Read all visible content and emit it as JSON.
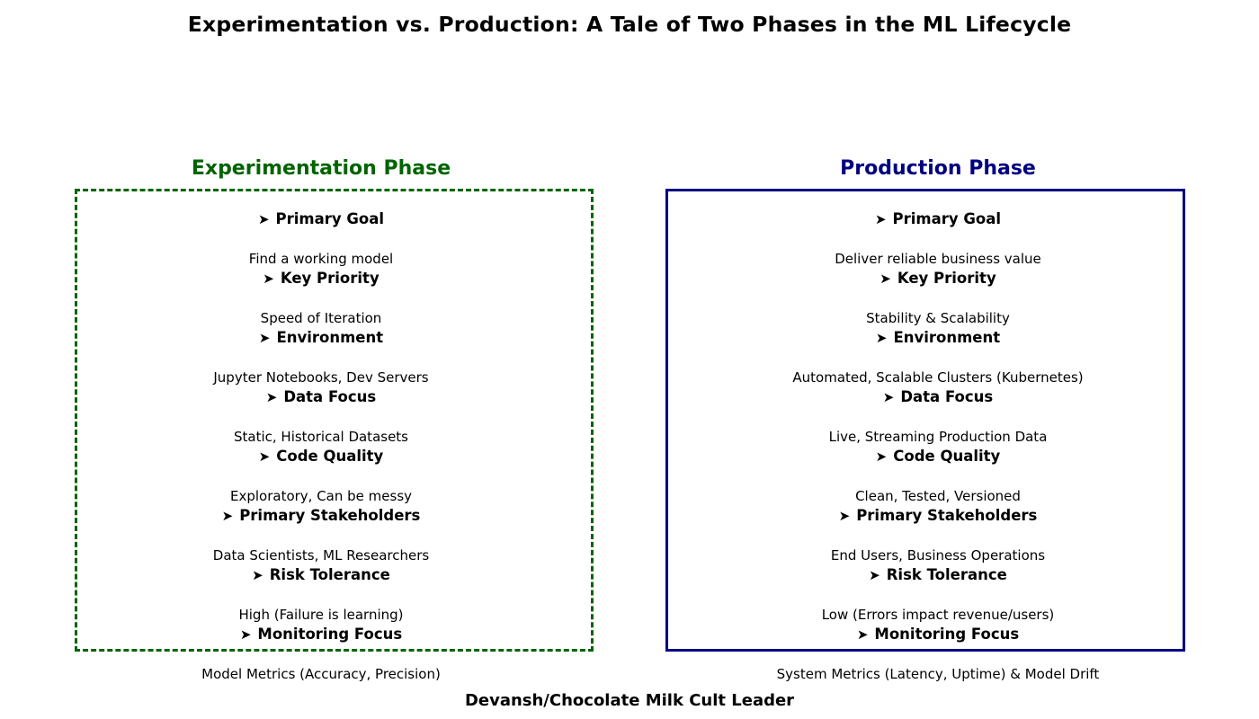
{
  "title": "Experimentation vs. Production: A Tale of Two Phases in the ML Lifecycle",
  "footer": "Devansh/Chocolate Milk Cult Leader",
  "arrow_glyph": "➤",
  "colors": {
    "experimentation_accent": "#006400",
    "production_accent": "#000080",
    "text": "#000000",
    "background": "#ffffff"
  },
  "columns": [
    {
      "title": "Experimentation Phase",
      "border_style": "dashed",
      "items": [
        {
          "label": "Primary Goal",
          "value": "Find a working model"
        },
        {
          "label": "Key Priority",
          "value": "Speed of Iteration"
        },
        {
          "label": "Environment",
          "value": "Jupyter Notebooks, Dev Servers"
        },
        {
          "label": "Data Focus",
          "value": "Static, Historical Datasets"
        },
        {
          "label": "Code Quality",
          "value": "Exploratory, Can be messy"
        },
        {
          "label": "Primary Stakeholders",
          "value": "Data Scientists, ML Researchers"
        },
        {
          "label": "Risk Tolerance",
          "value": "High (Failure is learning)"
        },
        {
          "label": "Monitoring Focus",
          "value": "Model Metrics (Accuracy, Precision)"
        }
      ]
    },
    {
      "title": "Production Phase",
      "border_style": "solid",
      "items": [
        {
          "label": "Primary Goal",
          "value": "Deliver reliable business value"
        },
        {
          "label": "Key Priority",
          "value": "Stability & Scalability"
        },
        {
          "label": "Environment",
          "value": "Automated, Scalable Clusters (Kubernetes)"
        },
        {
          "label": "Data Focus",
          "value": "Live, Streaming Production Data"
        },
        {
          "label": "Code Quality",
          "value": "Clean, Tested, Versioned"
        },
        {
          "label": "Primary Stakeholders",
          "value": "End Users, Business Operations"
        },
        {
          "label": "Risk Tolerance",
          "value": "Low (Errors impact revenue/users)"
        },
        {
          "label": "Monitoring Focus",
          "value": "System Metrics (Latency, Uptime) & Model Drift"
        }
      ]
    }
  ]
}
